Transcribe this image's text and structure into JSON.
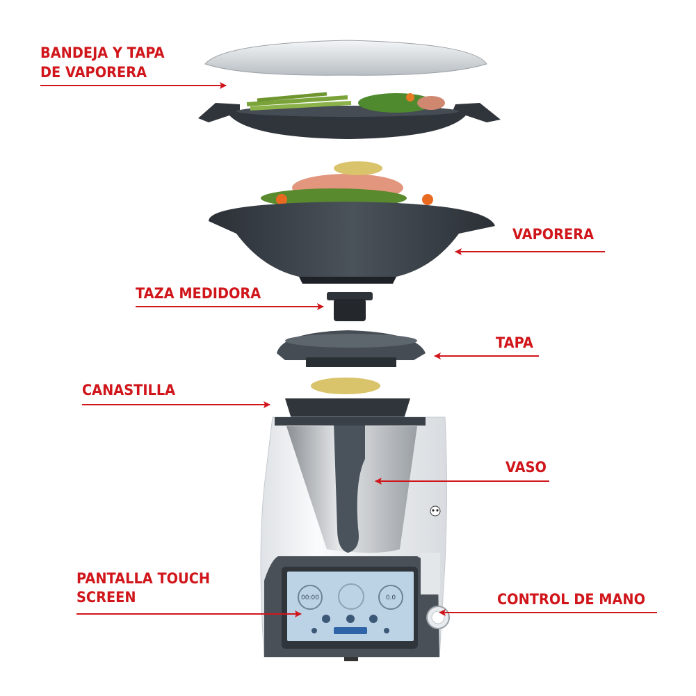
{
  "labels": {
    "bandeja_line1": "BANDEJA Y TAPA",
    "bandeja_line2": "DE VAPORERA",
    "vaporera": "VAPORERA",
    "taza": "TAZA MEDIDORA",
    "tapa": "TAPA",
    "canastilla": "CANASTILLA",
    "vaso": "VASO",
    "pantalla_line1": "PANTALLA TOUCH",
    "pantalla_line2": "SCREEN",
    "control": "CONTROL DE MANO"
  },
  "screen": {
    "timer": "00:00",
    "weight": "0.0"
  },
  "colors": {
    "label_red": "#d0161b",
    "body_white": "#f2f3f5",
    "dark_gray": "#3a4047",
    "screen_blue": "#bcd3e6"
  }
}
